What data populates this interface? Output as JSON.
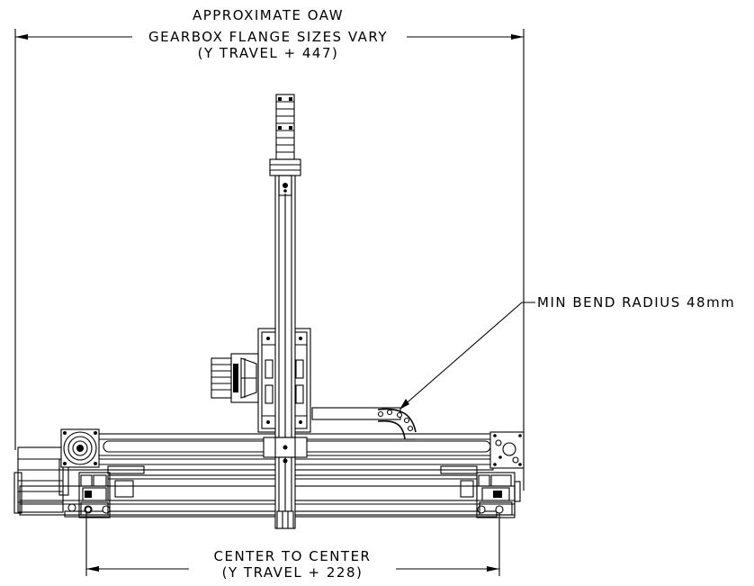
{
  "drawing": {
    "top_dimension": {
      "line1": "APPROXIMATE OAW",
      "line2": "GEARBOX FLANGE SIZES VARY",
      "line3": "(Y TRAVEL + 447)"
    },
    "bottom_dimension": {
      "line1": "CENTER TO CENTER",
      "line2": "(Y TRAVEL + 228)"
    },
    "callout": {
      "text": "MIN BEND RADIUS 48mm"
    }
  }
}
